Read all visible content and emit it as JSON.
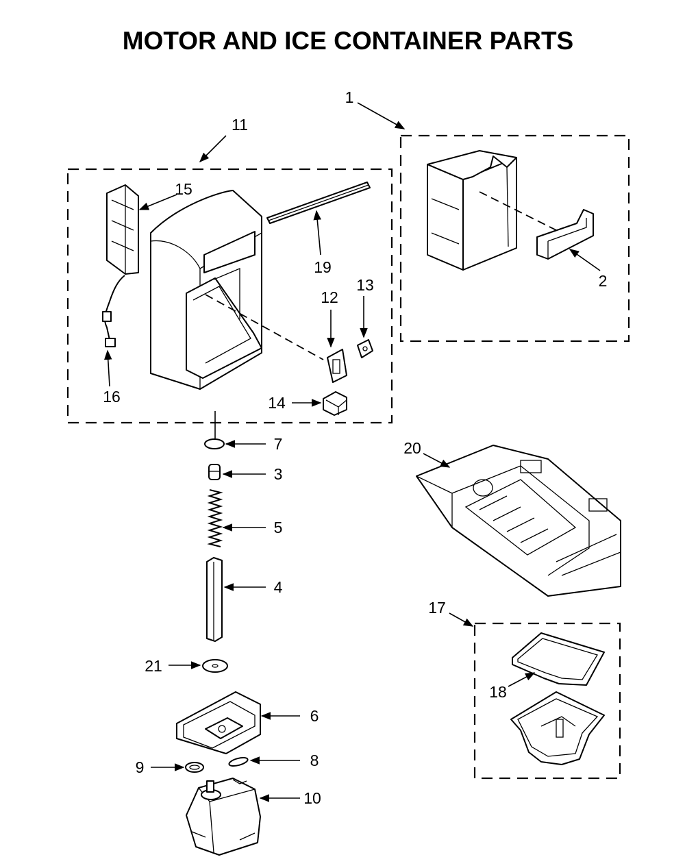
{
  "title": "MOTOR AND ICE CONTAINER PARTS",
  "callouts": {
    "c1": "1",
    "c2": "2",
    "c3": "3",
    "c4": "4",
    "c5": "5",
    "c6": "6",
    "c7": "7",
    "c8": "8",
    "c9": "9",
    "c10": "10",
    "c11": "11",
    "c12": "12",
    "c13": "13",
    "c14": "14",
    "c15": "15",
    "c16": "16",
    "c17": "17",
    "c18": "18",
    "c19": "19",
    "c20": "20",
    "c21": "21"
  },
  "colors": {
    "line": "#000000",
    "background": "#ffffff"
  }
}
